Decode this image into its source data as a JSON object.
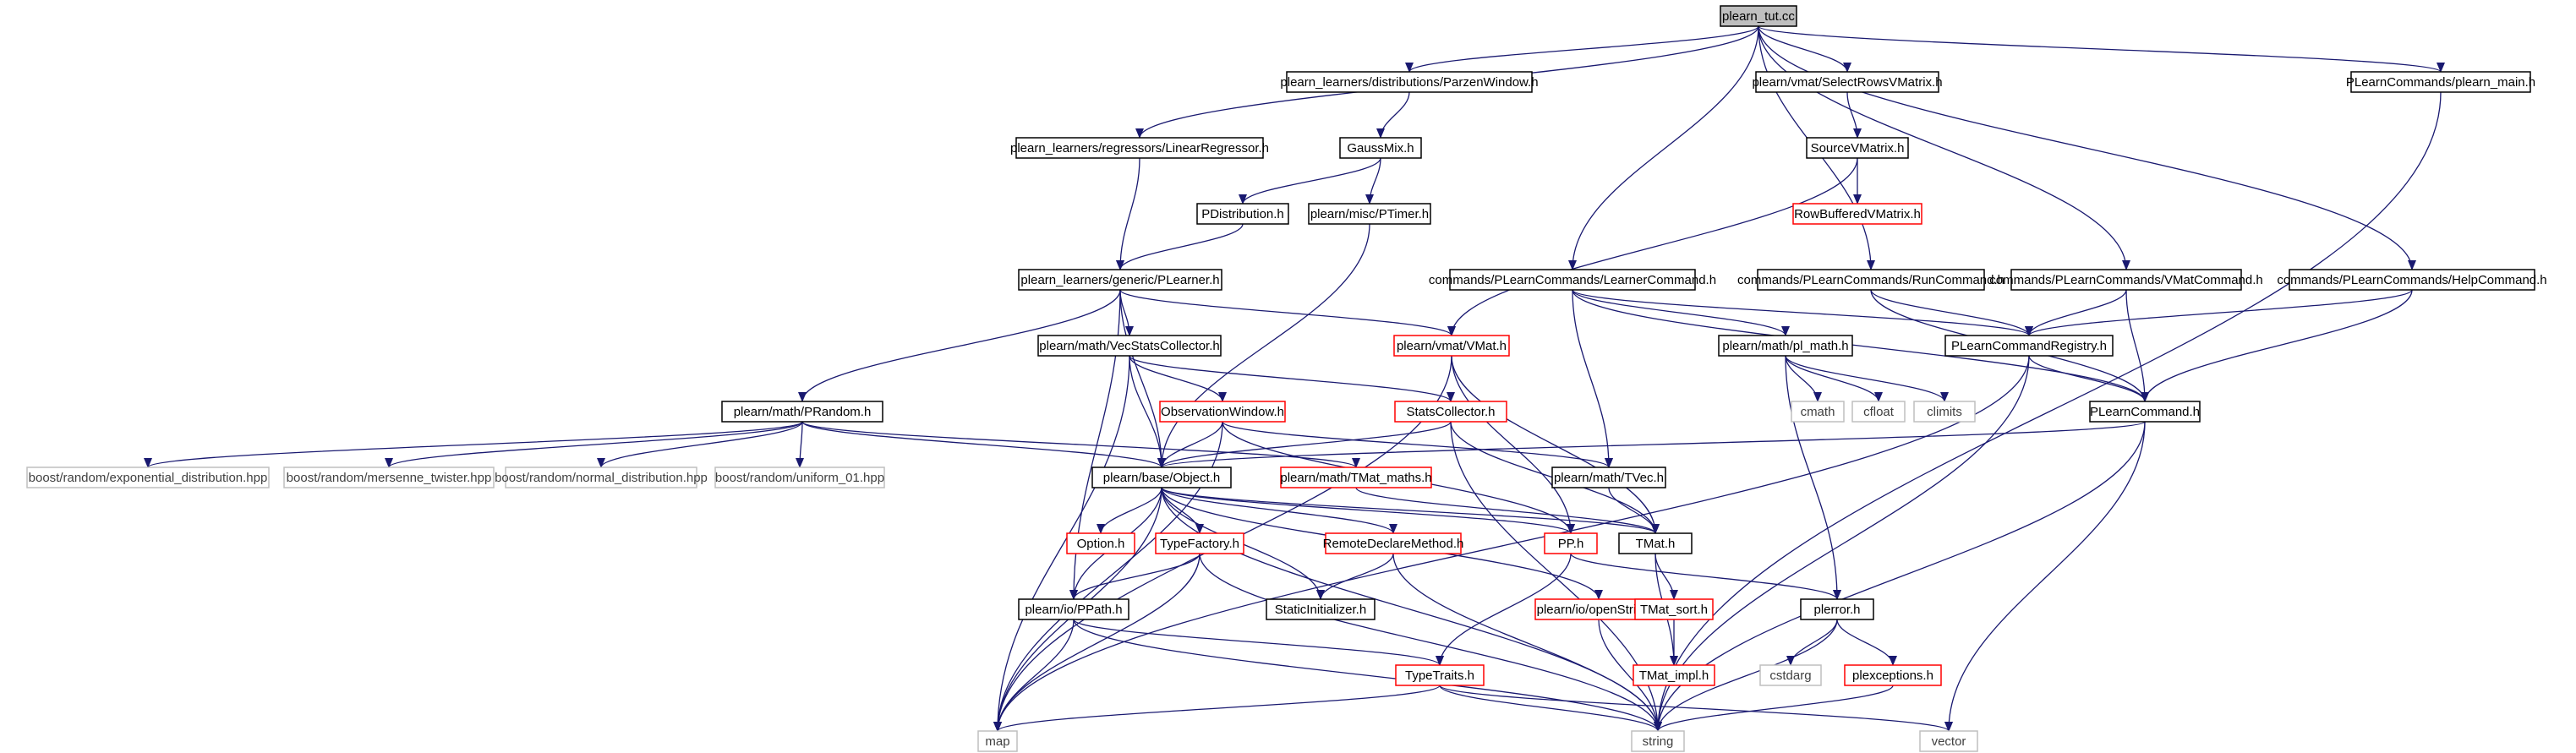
{
  "colors": {
    "edge": "#191970",
    "border_default": "#000000",
    "border_red": "#ff0000",
    "border_gray": "#bfbfbf",
    "root_fill": "#bfbfbf",
    "text_default": "#000000",
    "text_gray": "#404040"
  },
  "nodes": [
    {
      "id": "plearn_tut",
      "label": "plearn_tut.cc",
      "style": "root"
    },
    {
      "id": "parzen",
      "label": "plearn_learners/distributions/ParzenWindow.h",
      "style": "black"
    },
    {
      "id": "selectrows",
      "label": "plearn/vmat/SelectRowsVMatrix.h",
      "style": "black"
    },
    {
      "id": "pmain",
      "label": "PLearnCommands/plearn_main.h",
      "style": "black"
    },
    {
      "id": "linreg",
      "label": "plearn_learners/regressors/LinearRegressor.h",
      "style": "black"
    },
    {
      "id": "gaussmix",
      "label": "GaussMix.h",
      "style": "black"
    },
    {
      "id": "sourcevm",
      "label": "SourceVMatrix.h",
      "style": "black"
    },
    {
      "id": "pdist",
      "label": "PDistribution.h",
      "style": "black"
    },
    {
      "id": "ptimer",
      "label": "plearn/misc/PTimer.h",
      "style": "black"
    },
    {
      "id": "rowbuf",
      "label": "RowBufferedVMatrix.h",
      "style": "red"
    },
    {
      "id": "plearner",
      "label": "plearn_learners/generic/PLearner.h",
      "style": "black"
    },
    {
      "id": "learnercmd",
      "label": "commands/PLearnCommands/LearnerCommand.h",
      "style": "black"
    },
    {
      "id": "runcmd",
      "label": "commands/PLearnCommands/RunCommand.h",
      "style": "black"
    },
    {
      "id": "vmatcmd",
      "label": "commands/PLearnCommands/VMatCommand.h",
      "style": "black"
    },
    {
      "id": "helpcmd",
      "label": "commands/PLearnCommands/HelpCommand.h",
      "style": "black"
    },
    {
      "id": "vecstats",
      "label": "plearn/math/VecStatsCollector.h",
      "style": "black"
    },
    {
      "id": "vmat",
      "label": "plearn/vmat/VMat.h",
      "style": "red"
    },
    {
      "id": "plmath",
      "label": "plearn/math/pl_math.h",
      "style": "black"
    },
    {
      "id": "registry",
      "label": "PLearnCommandRegistry.h",
      "style": "black"
    },
    {
      "id": "cmath",
      "label": "cmath",
      "style": "gray"
    },
    {
      "id": "cfloat",
      "label": "cfloat",
      "style": "gray"
    },
    {
      "id": "climits",
      "label": "climits",
      "style": "gray"
    },
    {
      "id": "plcmd",
      "label": "PLearnCommand.h",
      "style": "black"
    },
    {
      "id": "obswin",
      "label": "ObservationWindow.h",
      "style": "red"
    },
    {
      "id": "statscol",
      "label": "StatsCollector.h",
      "style": "red"
    },
    {
      "id": "prandom",
      "label": "plearn/math/PRandom.h",
      "style": "black"
    },
    {
      "id": "expdist",
      "label": "boost/random/exponential_distribution.hpp",
      "style": "gray"
    },
    {
      "id": "mersenne",
      "label": "boost/random/mersenne_twister.hpp",
      "style": "gray"
    },
    {
      "id": "normdist",
      "label": "boost/random/normal_distribution.hpp",
      "style": "gray"
    },
    {
      "id": "uniform",
      "label": "boost/random/uniform_01.hpp",
      "style": "gray"
    },
    {
      "id": "object",
      "label": "plearn/base/Object.h",
      "style": "black"
    },
    {
      "id": "tmatmaths",
      "label": "plearn/math/TMat_maths.h",
      "style": "red"
    },
    {
      "id": "tvec",
      "label": "plearn/math/TVec.h",
      "style": "black"
    },
    {
      "id": "option",
      "label": "Option.h",
      "style": "red"
    },
    {
      "id": "typefactory",
      "label": "TypeFactory.h",
      "style": "red"
    },
    {
      "id": "remotedecl",
      "label": "RemoteDeclareMethod.h",
      "style": "red"
    },
    {
      "id": "pp",
      "label": "PP.h",
      "style": "red"
    },
    {
      "id": "tmat",
      "label": "TMat.h",
      "style": "black"
    },
    {
      "id": "ppath",
      "label": "plearn/io/PPath.h",
      "style": "black"
    },
    {
      "id": "staticinit",
      "label": "StaticInitializer.h",
      "style": "black"
    },
    {
      "id": "openstring",
      "label": "plearn/io/openString.h",
      "style": "red"
    },
    {
      "id": "tmatsort",
      "label": "TMat_sort.h",
      "style": "red"
    },
    {
      "id": "plerror",
      "label": "plerror.h",
      "style": "black"
    },
    {
      "id": "tmatimpl",
      "label": "TMat_impl.h",
      "style": "red"
    },
    {
      "id": "cstdarg",
      "label": "cstdarg",
      "style": "gray"
    },
    {
      "id": "plexceptions",
      "label": "plexceptions.h",
      "style": "red"
    },
    {
      "id": "typetraits",
      "label": "TypeTraits.h",
      "style": "red"
    },
    {
      "id": "map",
      "label": "map",
      "style": "gray"
    },
    {
      "id": "string",
      "label": "string",
      "style": "gray"
    },
    {
      "id": "vector",
      "label": "vector",
      "style": "gray"
    }
  ],
  "edges": [
    [
      "plearn_tut",
      "parzen"
    ],
    [
      "plearn_tut",
      "selectrows"
    ],
    [
      "plearn_tut",
      "pmain"
    ],
    [
      "plearn_tut",
      "linreg"
    ],
    [
      "plearn_tut",
      "learnercmd"
    ],
    [
      "plearn_tut",
      "runcmd"
    ],
    [
      "plearn_tut",
      "vmatcmd"
    ],
    [
      "plearn_tut",
      "helpcmd"
    ],
    [
      "parzen",
      "gaussmix"
    ],
    [
      "selectrows",
      "sourcevm"
    ],
    [
      "pmain",
      "string"
    ],
    [
      "linreg",
      "plearner"
    ],
    [
      "gaussmix",
      "pdist"
    ],
    [
      "gaussmix",
      "ptimer"
    ],
    [
      "pdist",
      "plearner"
    ],
    [
      "ptimer",
      "object"
    ],
    [
      "sourcevm",
      "rowbuf"
    ],
    [
      "sourcevm",
      "vmat"
    ],
    [
      "plearner",
      "vecstats"
    ],
    [
      "plearner",
      "vmat"
    ],
    [
      "plearner",
      "prandom"
    ],
    [
      "plearner",
      "object"
    ],
    [
      "plearner",
      "ppath"
    ],
    [
      "vecstats",
      "obswin"
    ],
    [
      "vecstats",
      "statscol"
    ],
    [
      "vecstats",
      "object"
    ],
    [
      "vecstats",
      "map"
    ],
    [
      "vmat",
      "pp"
    ],
    [
      "vmat",
      "tmat"
    ],
    [
      "vmat",
      "map"
    ],
    [
      "learnercmd",
      "registry"
    ],
    [
      "learnercmd",
      "plcmd"
    ],
    [
      "learnercmd",
      "plmath"
    ],
    [
      "learnercmd",
      "tvec"
    ],
    [
      "runcmd",
      "registry"
    ],
    [
      "runcmd",
      "plcmd"
    ],
    [
      "vmatcmd",
      "registry"
    ],
    [
      "vmatcmd",
      "plcmd"
    ],
    [
      "helpcmd",
      "registry"
    ],
    [
      "helpcmd",
      "plcmd"
    ],
    [
      "registry",
      "plcmd"
    ],
    [
      "registry",
      "string"
    ],
    [
      "registry",
      "map"
    ],
    [
      "plcmd",
      "object"
    ],
    [
      "plcmd",
      "string"
    ],
    [
      "plcmd",
      "vector"
    ],
    [
      "plmath",
      "cmath"
    ],
    [
      "plmath",
      "cfloat"
    ],
    [
      "plmath",
      "climits"
    ],
    [
      "plmath",
      "plerror"
    ],
    [
      "obswin",
      "object"
    ],
    [
      "obswin",
      "tvec"
    ],
    [
      "obswin",
      "pp"
    ],
    [
      "obswin",
      "map"
    ],
    [
      "statscol",
      "object"
    ],
    [
      "statscol",
      "tmat"
    ],
    [
      "statscol",
      "string"
    ],
    [
      "prandom",
      "expdist"
    ],
    [
      "prandom",
      "mersenne"
    ],
    [
      "prandom",
      "normdist"
    ],
    [
      "prandom",
      "uniform"
    ],
    [
      "prandom",
      "object"
    ],
    [
      "prandom",
      "tmatmaths"
    ],
    [
      "object",
      "option"
    ],
    [
      "object",
      "typefactory"
    ],
    [
      "object",
      "remotedecl"
    ],
    [
      "object",
      "staticinit"
    ],
    [
      "object",
      "ppath"
    ],
    [
      "object",
      "pp"
    ],
    [
      "object",
      "tmat"
    ],
    [
      "object",
      "openstring"
    ],
    [
      "object",
      "string"
    ],
    [
      "object",
      "map"
    ],
    [
      "tmatmaths",
      "tmat"
    ],
    [
      "tvec",
      "tmat"
    ],
    [
      "typefactory",
      "ppath"
    ],
    [
      "typefactory",
      "map"
    ],
    [
      "typefactory",
      "string"
    ],
    [
      "remotedecl",
      "staticinit"
    ],
    [
      "remotedecl",
      "string"
    ],
    [
      "pp",
      "typetraits"
    ],
    [
      "pp",
      "plerror"
    ],
    [
      "tmat",
      "tmatsort"
    ],
    [
      "tmat",
      "tmatimpl"
    ],
    [
      "tmatsort",
      "tmatimpl"
    ],
    [
      "ppath",
      "map"
    ],
    [
      "ppath",
      "string"
    ],
    [
      "ppath",
      "typetraits"
    ],
    [
      "openstring",
      "string"
    ],
    [
      "plerror",
      "cstdarg"
    ],
    [
      "plerror",
      "plexceptions"
    ],
    [
      "plerror",
      "string"
    ],
    [
      "plexceptions",
      "string"
    ],
    [
      "typetraits",
      "map"
    ],
    [
      "typetraits",
      "string"
    ],
    [
      "typetraits",
      "vector"
    ]
  ]
}
